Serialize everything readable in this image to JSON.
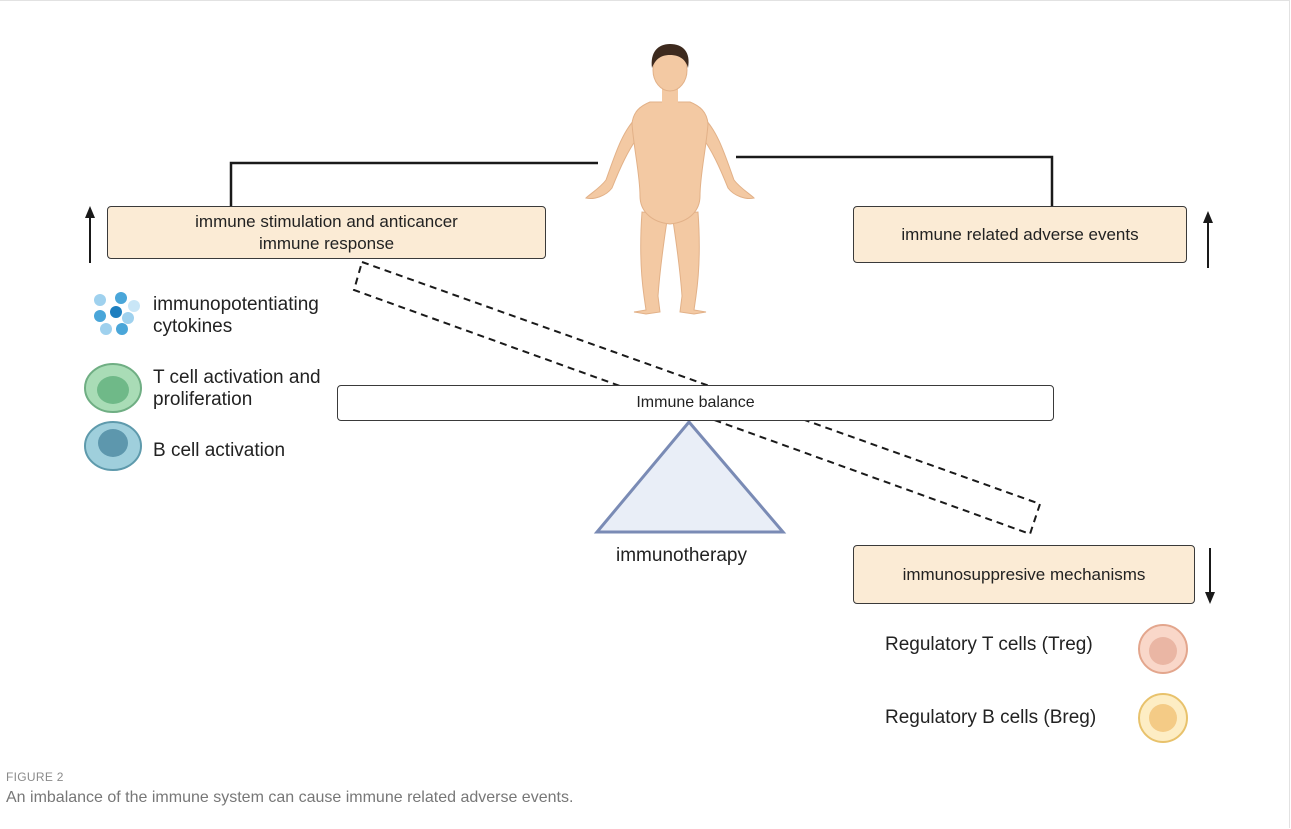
{
  "boxes": {
    "stimulation": "immune stimulation and anticancer immune response",
    "adverse": "immune related adverse events",
    "suppressive": "immunosuppresive mechanisms",
    "balance": "Immune balance"
  },
  "fulcrum_label": "immunotherapy",
  "left_items": [
    {
      "icon": "cytokines-icon",
      "line1": "immunopotentiating",
      "line2": "cytokines"
    },
    {
      "icon": "t-cell-icon",
      "line1": "T cell activation and",
      "line2": "proliferation"
    },
    {
      "icon": "b-cell-icon",
      "line1": "B cell activation",
      "line2": ""
    }
  ],
  "right_items": [
    {
      "icon": "treg-cell-icon",
      "label": "Regulatory T cells (Treg)"
    },
    {
      "icon": "breg-cell-icon",
      "label": "Regulatory B cells (Breg)"
    }
  ],
  "caption": {
    "tag": "FIGURE 2",
    "text": "An imbalance of the immune system can cause immune related adverse events."
  },
  "colors": {
    "box_fill": "#fbebd5",
    "skin": "#f3c9a3",
    "t_cell": "#8cc9a0",
    "b_cell": "#7fb9c9",
    "treg": "#f7c8b6",
    "breg": "#fbe2a8",
    "triangle_fill": "#e9eef7",
    "triangle_stroke": "#7a8bb5"
  }
}
